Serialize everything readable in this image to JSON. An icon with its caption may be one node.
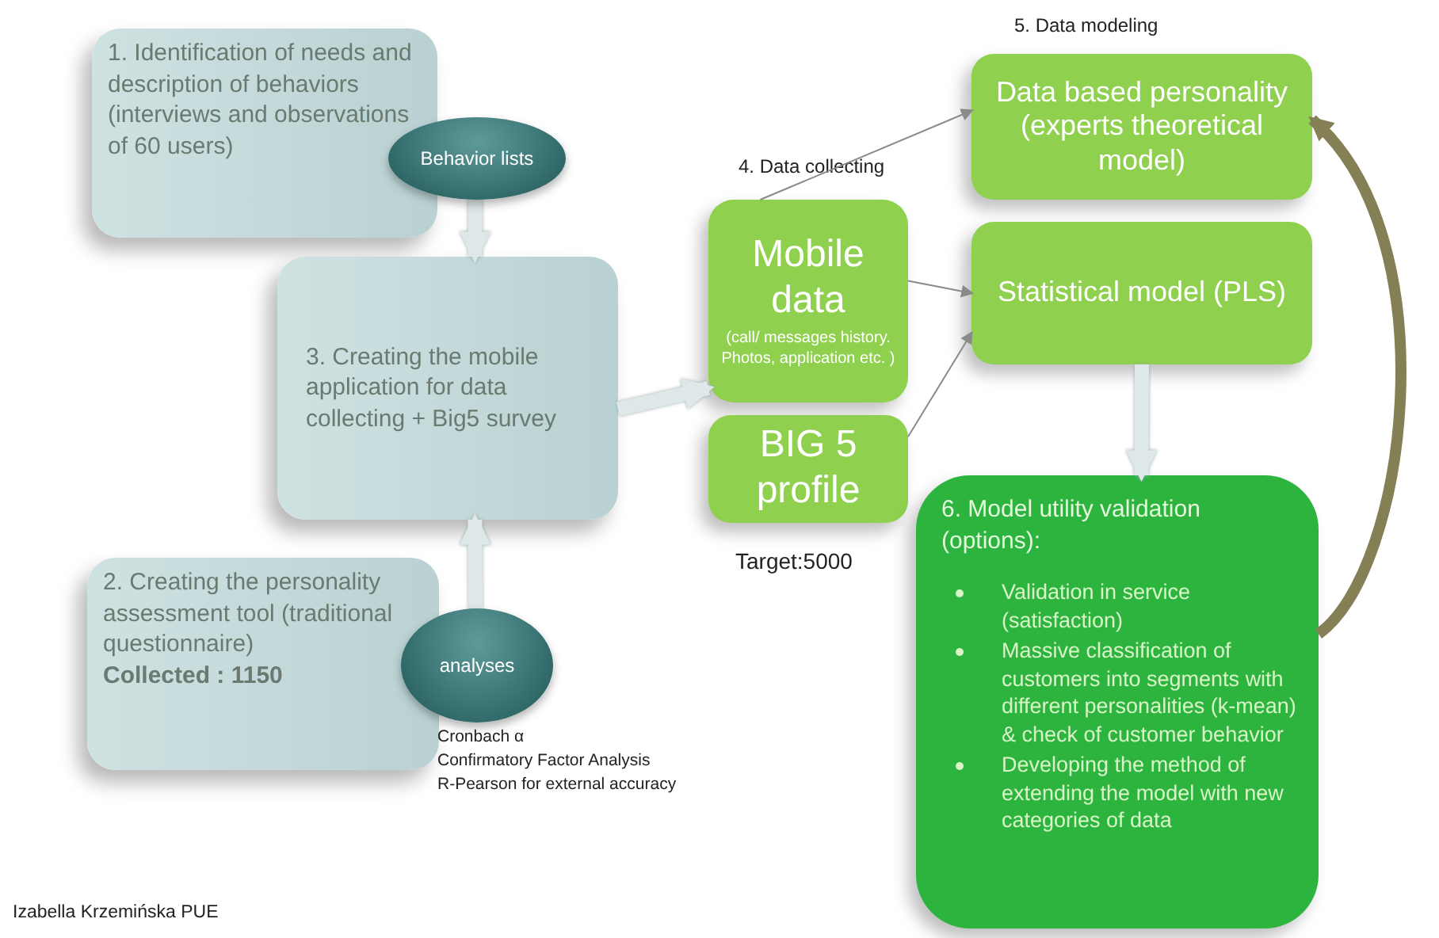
{
  "diagram": {
    "nodes": [
      {
        "text": [
          "1. Identification of needs and description of behaviors (interviews and observations of 60 users)"
        ]
      },
      {
        "text": [
          "Behavior lists"
        ]
      },
      {
        "text": [
          "3. Creating the mobile application  for data collecting + Big5 survey"
        ]
      },
      {
        "text": [
          "2.  Creating the personality assessment tool (traditional questionnaire)",
          "Collected : 1150"
        ]
      },
      {
        "text": [
          "analyses"
        ],
        "beside": [
          "Cronbach α",
          "Confirmatory Factor Analysis",
          "R-Pearson for external accuracy"
        ]
      },
      {
        "text": [
          "Mobile data",
          "(call/ messages history. Photos, application etc. )"
        ]
      },
      {
        "text": [
          "BIG 5 profile"
        ],
        "beside": [
          "Target:5000"
        ]
      },
      {
        "text": [
          "Data based personality (experts theoretical  model)"
        ]
      },
      {
        "text": [
          "Statistical model (PLS)"
        ]
      },
      {
        "text": [
          "6. Model utility  validation (options):",
          "Validation in service (satisfaction)",
          "Massive classification of customers into segments with different personalities (k-mean) & check of customer behavior",
          "Developing the method of extending the model with new categories of data"
        ]
      }
    ],
    "edges": [
      {
        "from": 1,
        "to": 2,
        "arrow": "to"
      },
      {
        "from": 4,
        "to": 2,
        "arrow": "to"
      },
      {
        "from": 2,
        "to": 5,
        "arrow": "to"
      },
      {
        "from": 5,
        "to": 7,
        "arrow": "to",
        "color": "#8a8a8a"
      },
      {
        "from": 5,
        "to": 8,
        "arrow": "to",
        "color": "#8a8a8a"
      },
      {
        "from": 6,
        "to": 8,
        "arrow": "to",
        "color": "#8a8a8a"
      },
      {
        "from": 8,
        "to": 9,
        "arrow": "to"
      },
      {
        "from": 9,
        "to": 7,
        "arrow": "to",
        "color": "#857f55"
      }
    ],
    "labels": [
      "4. Data collecting",
      "5. Data modeling",
      "Izabella Krzemińska PUE"
    ]
  }
}
